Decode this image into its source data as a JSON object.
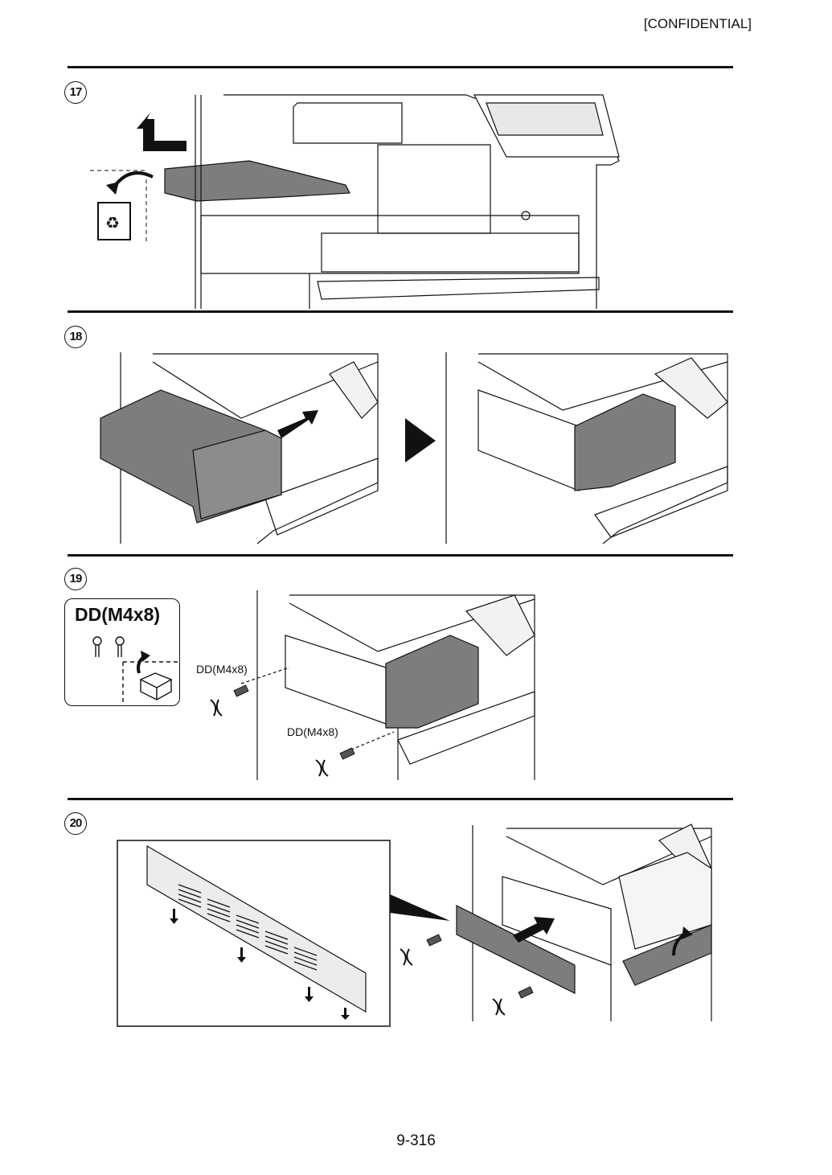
{
  "header": {
    "confidential": "[CONFIDENTIAL]"
  },
  "steps": [
    {
      "number": "17"
    },
    {
      "number": "18"
    },
    {
      "number": "19",
      "part_box_title": "DD(M4x8)",
      "callouts": [
        "DD(M4x8)",
        "DD(M4x8)"
      ]
    },
    {
      "number": "20"
    }
  ],
  "footer": {
    "page_number": "9-316"
  },
  "icons": {
    "recycle": "recycle-bin-icon",
    "box": "parts-box-icon",
    "screw": "screw-icon",
    "rotate": "rotate-arrows-icon"
  }
}
